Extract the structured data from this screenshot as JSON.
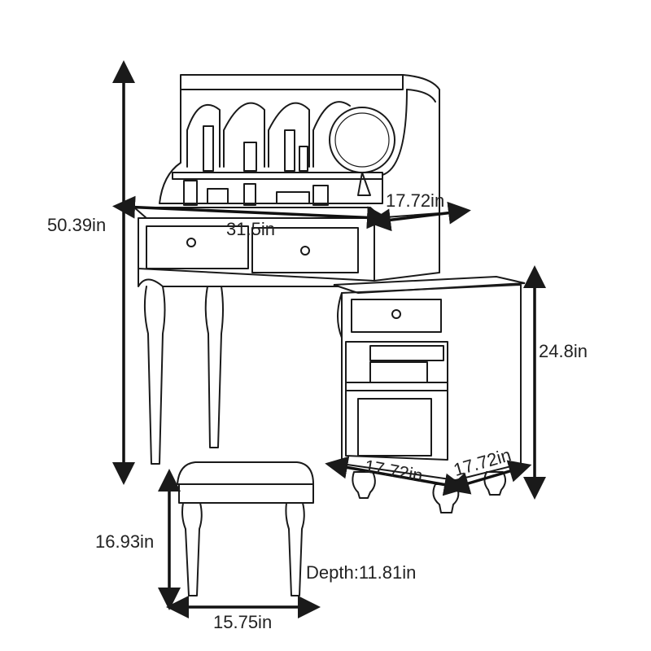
{
  "diagram": {
    "dimensions": {
      "total_height": "50.39in",
      "desk_width": "31.5in",
      "desk_depth": "17.72in",
      "cabinet_height": "24.8in",
      "cabinet_width": "17.72in",
      "cabinet_depth": "17.72in",
      "stool_height": "16.93in",
      "stool_width": "15.75in",
      "stool_depth": "Depth:11.81in"
    }
  }
}
